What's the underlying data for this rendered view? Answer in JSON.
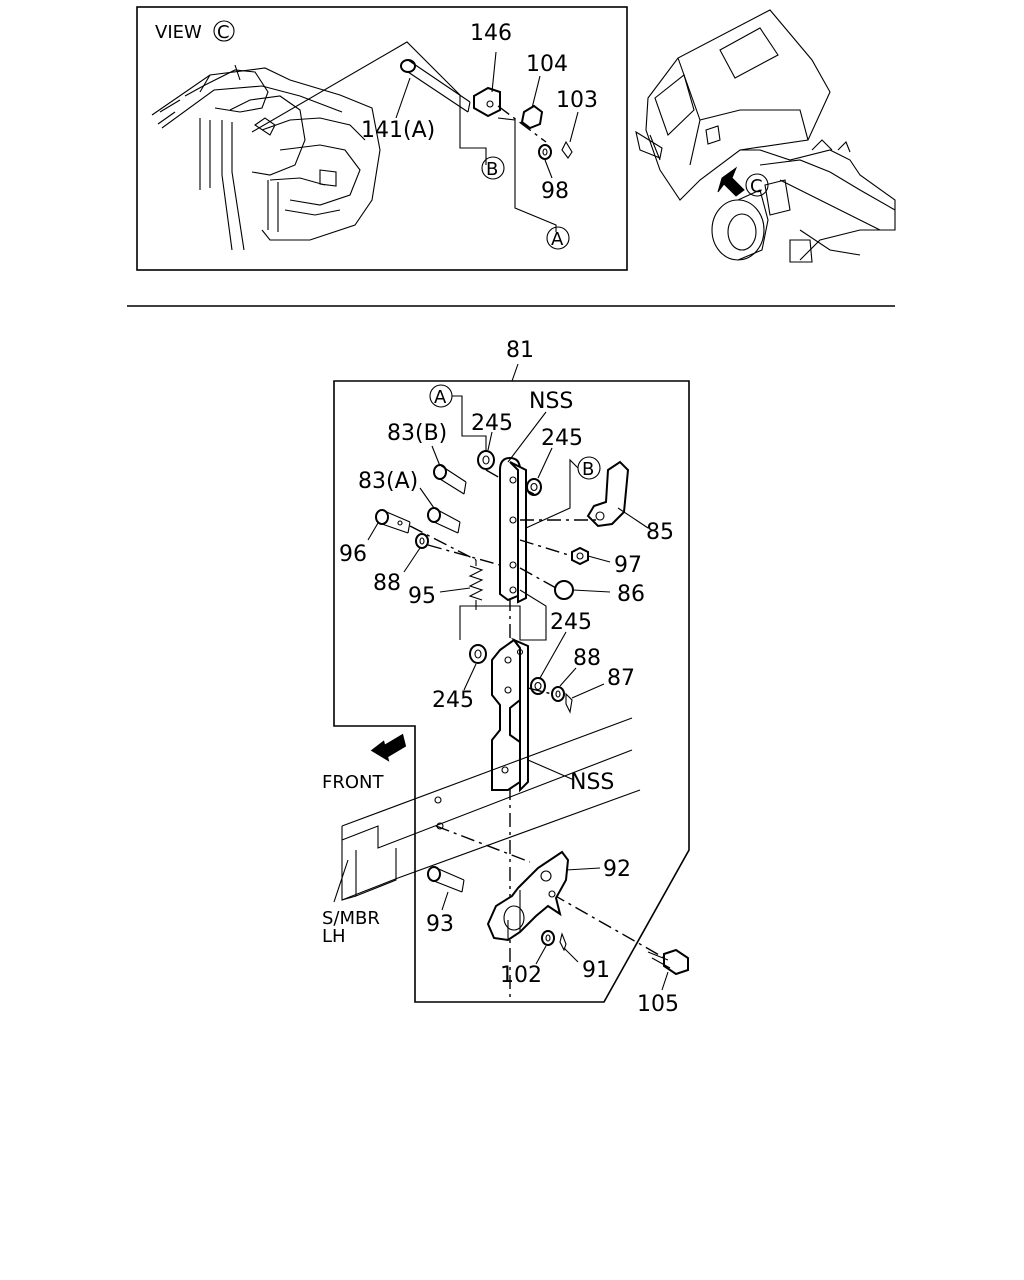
{
  "view_panel": {
    "title": "VIEW",
    "title_mark": "C",
    "labels": {
      "p146": "146",
      "p104": "104",
      "p103": "103",
      "p141a": "141(A)",
      "p98": "98",
      "ref_b": "B",
      "ref_a": "A"
    }
  },
  "truck_view": {
    "view_mark": "C"
  },
  "main": {
    "assembly": "81",
    "labels": {
      "ref_a": "A",
      "ref_b": "B",
      "nss_top": "NSS",
      "nss_mid": "NSS",
      "w245_1": "245",
      "w245_2": "245",
      "w245_3": "245",
      "w245_4": "245",
      "p83b": "83(B)",
      "p83a": "83(A)",
      "p96": "96",
      "p88a": "88",
      "p95": "95",
      "p85": "85",
      "p97": "97",
      "p86": "86",
      "p88b": "88",
      "p87": "87",
      "front": "FRONT",
      "smbr1": "S/MBR",
      "smbr2": "LH",
      "p92": "92",
      "p93": "93",
      "p102": "102",
      "p91": "91",
      "p105": "105"
    }
  }
}
